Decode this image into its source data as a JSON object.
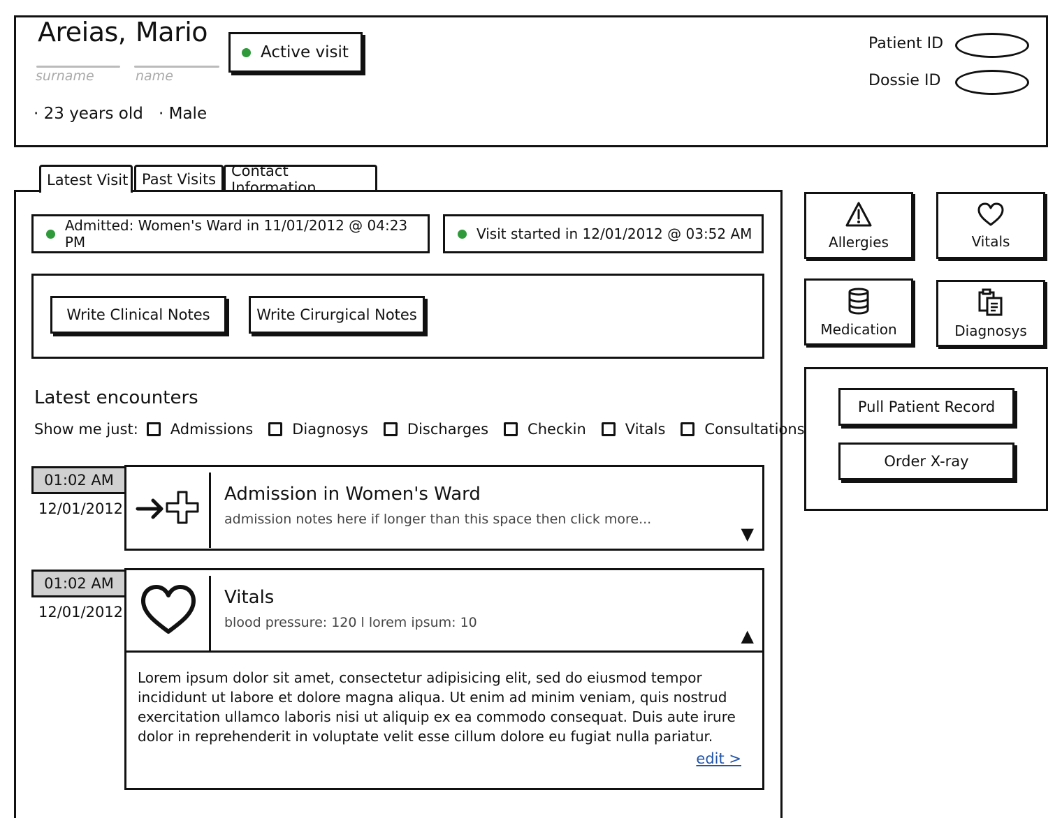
{
  "patient": {
    "surname": "Areias,",
    "name": "Mario",
    "surname_hint": "surname",
    "name_hint": "name",
    "visit_status": "Active visit",
    "age": "· 23 years old",
    "sex": "· Male",
    "patient_id_label": "Patient ID",
    "dossie_id_label": "Dossie ID"
  },
  "tabs": [
    {
      "label": "Latest Visit"
    },
    {
      "label": "Past Visits"
    },
    {
      "label": "Contact Information"
    }
  ],
  "status": {
    "admitted": "Admitted: Women's Ward in 11/01/2012 @ 04:23 PM",
    "visit_started": "Visit started in 12/01/2012 @ 03:52 AM"
  },
  "notes": {
    "clinical": "Write Clinical Notes",
    "cirurgical": "Write Cirurgical Notes"
  },
  "encounters": {
    "title": "Latest encounters",
    "filter_label": "Show me just:",
    "filters": [
      "Admissions",
      "Diagnosys",
      "Discharges",
      "Checkin",
      "Vitals",
      "Consultations"
    ],
    "items": [
      {
        "time": "01:02 AM",
        "date": "12/01/2012",
        "title": "Admission in Women's Ward",
        "summary": "admission notes here if longer than this space then click more...",
        "caret": "▼"
      },
      {
        "time": "01:02 AM",
        "date": "12/01/2012",
        "title": "Vitals",
        "summary": "blood pressure: 120 l lorem ipsum: 10",
        "caret": "▲",
        "details": "Lorem ipsum dolor sit amet, consectetur adipisicing elit, sed do eiusmod tempor incididunt ut labore et dolore magna aliqua. Ut enim ad minim veniam, quis nostrud exercitation ullamco laboris nisi ut aliquip ex ea commodo consequat. Duis aute irure dolor in reprehenderit in voluptate velit esse cillum dolore eu fugiat nulla pariatur.",
        "edit": "edit >"
      }
    ]
  },
  "sidebar": {
    "allergies": {
      "label": "Allergies",
      "icon": "warning-icon"
    },
    "vitals": {
      "label": "Vitals",
      "icon": "heart-icon"
    },
    "medication": {
      "label": "Medication",
      "icon": "database-icon"
    },
    "diagnosys": {
      "label": "Diagnosys",
      "icon": "clipboard-icon"
    },
    "pull_record": "Pull Patient Record",
    "order_xray": "Order X-ray"
  },
  "colors": {
    "status_dot": "#2e9a3a",
    "time_badge": "#d0d0d0",
    "link": "#2255aa"
  }
}
